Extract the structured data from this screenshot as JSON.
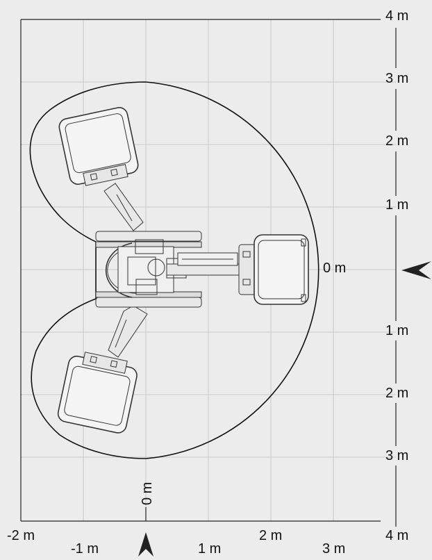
{
  "colors": {
    "background": "#ececec",
    "grid": "#c8c8c8",
    "frame": "#222222",
    "envelope": "#111111",
    "machine": "#333333",
    "platform_fill": "#f4f4f4"
  },
  "axis_labels": {
    "x": [
      "-2 m",
      "-1 m",
      "0 m",
      "1 m",
      "2 m",
      "3 m",
      "4 m"
    ],
    "y": [
      "4 m",
      "3 m",
      "2 m",
      "1 m",
      "0 m",
      "1 m",
      "2 m",
      "3 m"
    ]
  },
  "icons": {
    "side_marker": "arrowhead-left-icon",
    "bottom_marker": "arrowhead-up-icon"
  }
}
